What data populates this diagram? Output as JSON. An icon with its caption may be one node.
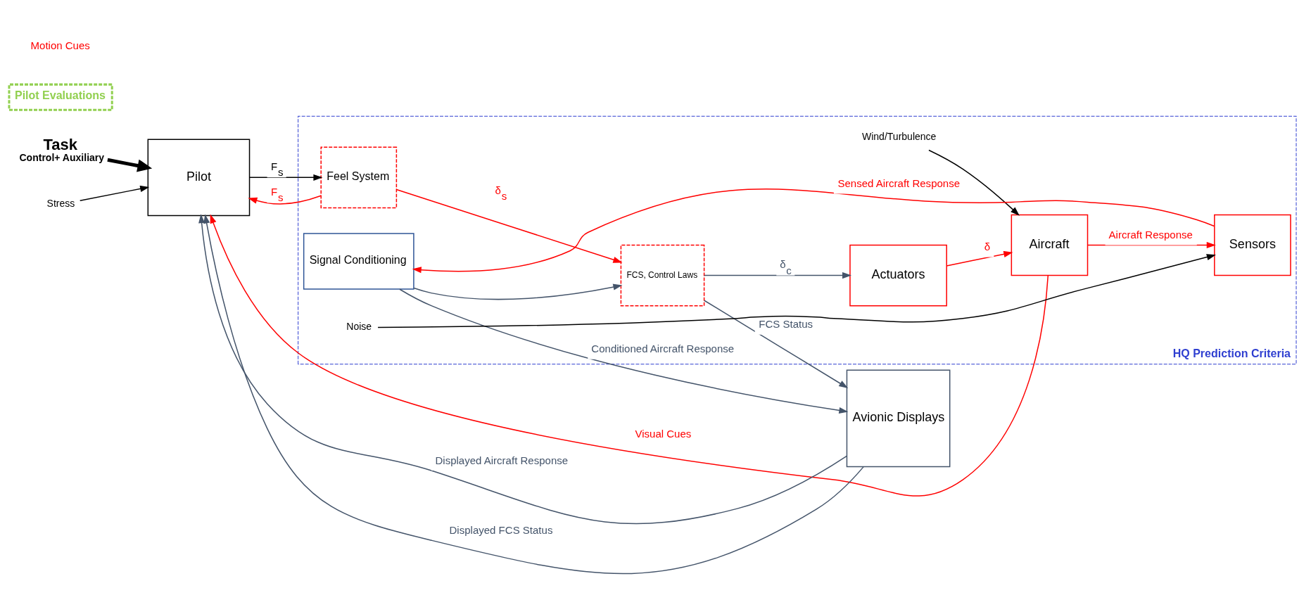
{
  "diagram": {
    "nodes": [
      {
        "text": [
          "Task",
          "Control+ Auxiliary"
        ]
      },
      {
        "text": [
          "Stress"
        ]
      },
      {
        "text": [
          "Pilot"
        ]
      },
      {
        "text": [
          "HQ Prediction Criteria"
        ]
      },
      {
        "text": [
          "Feel System"
        ],
        "in": 3
      },
      {
        "text": [
          "FCS, Control Laws"
        ],
        "in": 3
      },
      {
        "text": [
          "Actuators"
        ],
        "in": 3
      },
      {
        "text": [
          "Wind/Turbulence"
        ],
        "in": 3
      },
      {
        "text": [
          "Aircraft"
        ],
        "in": 3
      },
      {
        "text": [
          "Signal Conditioning"
        ],
        "in": 3
      },
      {
        "text": [
          "Sensors"
        ],
        "in": 3
      },
      {
        "text": [
          "Noise"
        ],
        "in": 3
      },
      {
        "text": [
          "Avionic Displays"
        ]
      },
      {
        "text": [
          "Pilot Evaluations"
        ]
      }
    ],
    "edges": [
      {
        "from": 0,
        "to": 2,
        "arrow": "to",
        "style": "thick",
        "color": "#000000"
      },
      {
        "from": 1,
        "to": 2,
        "arrow": "to",
        "color": "#000000"
      },
      {
        "from": 2,
        "to": 4,
        "arrow": "to",
        "label": "F$_{s}$",
        "color": "#000000"
      },
      {
        "from": 4,
        "to": 5,
        "arrow": "to",
        "label": "δ$_{s}$",
        "color": "#ff0000"
      },
      {
        "from": 4,
        "to": 2,
        "arrow": "to",
        "label": "F$_{s}$",
        "color": "#ff0000"
      },
      {
        "from": 5,
        "to": 6,
        "arrow": "to",
        "label": "δ$_{c}$",
        "color": "#44546a"
      },
      {
        "from": 6,
        "to": 8,
        "arrow": "to",
        "label": "δ",
        "color": "#ff0000"
      },
      {
        "from": 7,
        "to": 8,
        "arrow": "to",
        "color": "#000000"
      },
      {
        "from": 8,
        "to": 10,
        "arrow": "to",
        "label": "Aircraft Response",
        "color": "#ff0000"
      },
      {
        "from": 8,
        "to": 2,
        "arrow": "to",
        "label": "Visual Cues",
        "color": "#ff0000"
      },
      {
        "from": 11,
        "to": 10,
        "arrow": "to",
        "color": "#000000"
      },
      {
        "from": 10,
        "to": 9,
        "arrow": "to",
        "label": "Sensed Aircraft Response",
        "color": "#ff0000"
      },
      {
        "from": 9,
        "to": 12,
        "arrow": "to",
        "label": "Conditioned Aircraft Response",
        "color": "#44546a"
      },
      {
        "from": 9,
        "to": 5,
        "arrow": "to",
        "color": "#44546a"
      },
      {
        "from": 5,
        "to": 12,
        "arrow": "to",
        "label": "FCS Status",
        "color": "#44546a"
      },
      {
        "from": 12,
        "to": 2,
        "arrow": "to",
        "label": "Displayed Aircraft Response",
        "color": "#44546a"
      },
      {
        "from": 12,
        "to": 2,
        "arrow": "to",
        "label": "Displayed FCS Status",
        "color": "#44546a"
      }
    ],
    "labels": [
      "Motion Cues"
    ]
  }
}
